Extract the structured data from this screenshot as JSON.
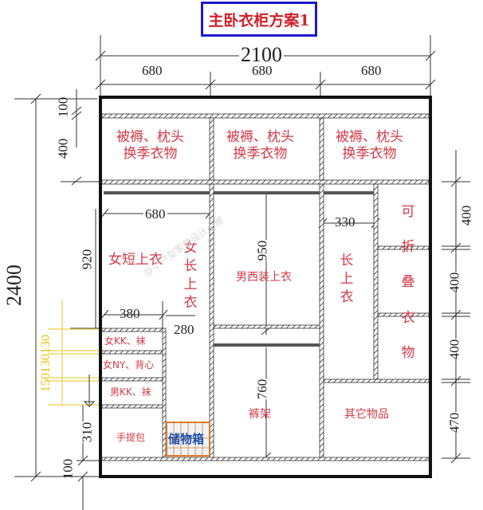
{
  "title": "主卧衣柜方案1",
  "dimensions": {
    "total_width": "2100",
    "column_widths": [
      "680",
      "680",
      "680"
    ],
    "total_height": "2400",
    "left": {
      "top_kick": "100",
      "top_shelf": "400",
      "hanging": "920",
      "drawers_stack": "150130130",
      "bag_shelf": "310",
      "bottom_kick": "100"
    },
    "inner": {
      "left_rod_width": "680",
      "drawer_width": "380",
      "long_coat_width": "280",
      "middle_upper": "950",
      "middle_lower": "760",
      "right_long_width": "330"
    },
    "right": [
      "400",
      "400",
      "400",
      "470"
    ]
  },
  "labels": {
    "top_compartment": [
      "被褥、枕头",
      "换季衣物"
    ],
    "women_short_top": "女短上衣",
    "women_long_top": "女长上衣",
    "men_suit_top": "男西装上衣",
    "long_top": "长上衣",
    "foldable_clothes": "可折叠衣物",
    "drawer_1": "女KK、袜",
    "drawer_2": "女NY、背心",
    "drawer_3": "男KK、袜",
    "handbag": "手提包",
    "storage_box": "储物箱",
    "trouser_rack": "裤架",
    "other_items": "其它物品"
  },
  "watermark": "@小户型家居设计小屋",
  "colors": {
    "label_red": "#d23a48",
    "title_border": "#1a1acc",
    "dim_yellow": "#e8c20a",
    "box_orange": "#e07a2a",
    "box_blue": "#1f4fa8"
  }
}
